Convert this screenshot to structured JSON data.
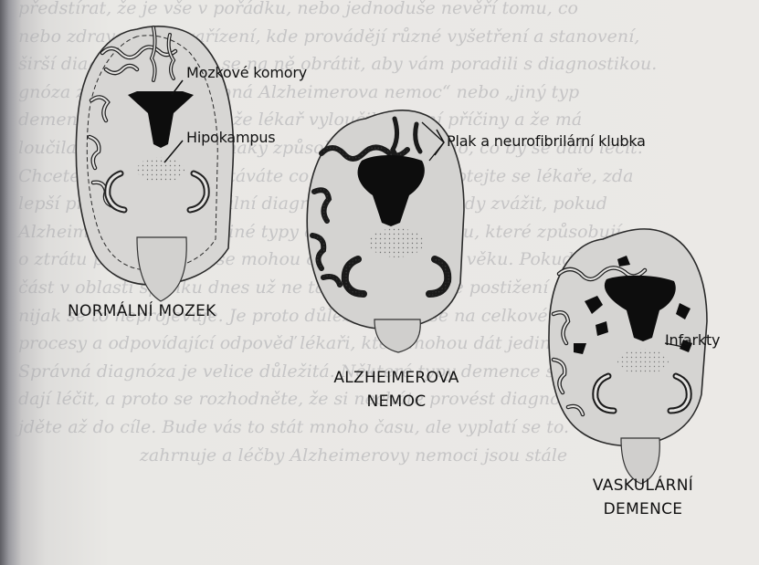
{
  "labels": {
    "ventricles": "Mozkové komory",
    "hippocampus": "Hipokampus",
    "plaques": "Plak a neurofibrilární klubka",
    "infarcts": "Infarkty"
  },
  "captions": {
    "normal": "NORMÁLNÍ MOZEK",
    "alzheimer_line1": "ALZHEIMEROVA",
    "alzheimer_line2": "NEMOC",
    "vascular_line1": "VASKULÁRNÍ",
    "vascular_line2": "DEMENCE"
  },
  "background_text": [
    "předstírat, že je vše v pořádku, nebo jednoduše nevěří tomu, co",
    "nebo zdravotnické zařízení, kde provádějí různé vyšetření a stanovení,",
    "širší diagnózu, můžete se na ně obrátit, aby vám poradili s diagnostikou.",
    "gnóza zní „pravděpodobná Alzheimerova nemoc“ nebo „jiný typ",
    "demence“. Znamená to, že lékař vyloučil ostatní příčiny a že má",
    "loučila možnost, že příznaky způsobuje něco jiného, co by se dalo léčit.",
    "Chcete-li zjistit, zda dostáváte co nejlepší péči, zeptejte se lékaře, zda",
    "lepší prognóza. Potenciální diagnóza by se měla vždy zvážit, pokud",
    "Alzheimerova nemoc a jiné typy onemocnění mozku, které způsobují",
    "o ztrátu paměti, které se mohou objevit v mladším věku. Pokud je",
    "část v oblasti spánku dnes už ne tak neobvyklá. Že postižení paměti",
    "nijak se to neprojevuje. Je proto důležité dívat se na celkové",
    "procesy a odpovídající odpověď lékaři, kteří mohou dát jedině jasnou",
    "Správná diagnóza je velice důležitá. Některé typy demence se dají",
    "dají léčit, a proto se rozhodněte, že si necháte provést diagnózu",
    "jděte až do cíle. Bude vás to stát mnoho času, ale vyplatí se to.",
    "                      zahrnuje a léčby Alzheimerovy nemoci jsou stále"
  ]
}
